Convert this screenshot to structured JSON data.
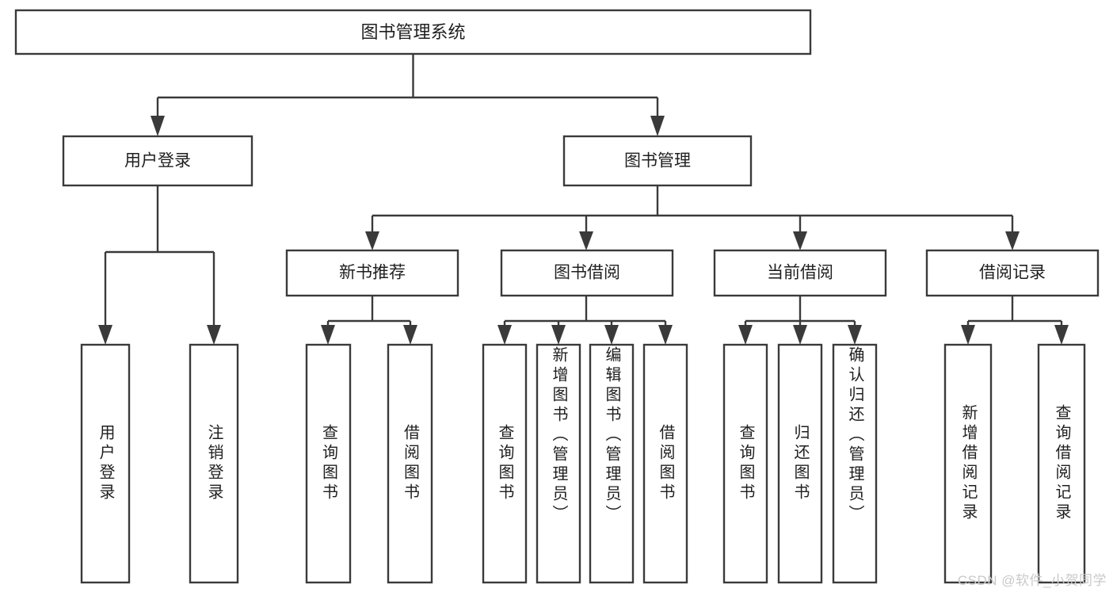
{
  "diagram": {
    "type": "tree-hierarchy-flowchart",
    "title": "图书管理系统",
    "orientation": "top-down",
    "colors": {
      "box_stroke": "#3a3a3a",
      "box_fill": "#ffffff",
      "connector": "#3a3a3a",
      "text": "#1f1f1f",
      "watermark": "#c9c9c9",
      "background": "#ffffff"
    },
    "root": {
      "id": "root",
      "label": "图书管理系统"
    },
    "level2": [
      {
        "id": "user-login",
        "label": "用户登录"
      },
      {
        "id": "book-management",
        "label": "图书管理"
      }
    ],
    "level3": [
      {
        "id": "new-book-recommend",
        "label": "新书推荐"
      },
      {
        "id": "book-borrow",
        "label": "图书借阅"
      },
      {
        "id": "current-borrow",
        "label": "当前借阅"
      },
      {
        "id": "borrow-record",
        "label": "借阅记录"
      }
    ],
    "leaves": {
      "user-login": [
        {
          "id": "leaf-user-login",
          "label": "用户登录"
        },
        {
          "id": "leaf-logout-login",
          "label": "注销登录"
        }
      ],
      "new-book-recommend": [
        {
          "id": "leaf-query-book-1",
          "label": "查询图书"
        },
        {
          "id": "leaf-borrow-book-1",
          "label": "借阅图书"
        }
      ],
      "book-borrow": [
        {
          "id": "leaf-query-book-2",
          "label": "查询图书"
        },
        {
          "id": "leaf-add-book-admin",
          "label": "新增图书（管理员）"
        },
        {
          "id": "leaf-edit-book-admin",
          "label": "编辑图书（管理员）"
        },
        {
          "id": "leaf-borrow-book-2",
          "label": "借阅图书"
        }
      ],
      "current-borrow": [
        {
          "id": "leaf-query-book-3",
          "label": "查询图书"
        },
        {
          "id": "leaf-return-book",
          "label": "归还图书"
        },
        {
          "id": "leaf-confirm-return-admin",
          "label": "确认归还（管理员）"
        }
      ],
      "borrow-record": [
        {
          "id": "leaf-add-borrow-record",
          "label": "新增借阅记录"
        },
        {
          "id": "leaf-query-borrow-record",
          "label": "查询借阅记录"
        }
      ]
    }
  },
  "watermark": {
    "text": "CSDN @软件_小贺同学"
  }
}
